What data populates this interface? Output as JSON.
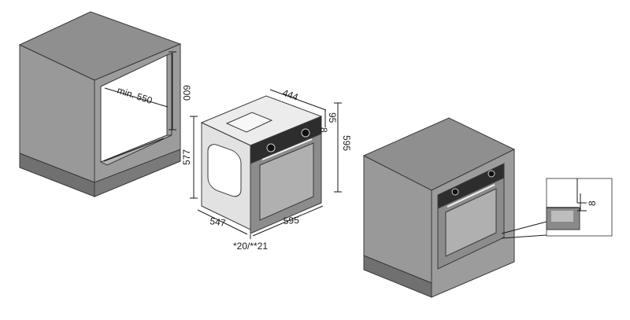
{
  "dimensions": {
    "cabinet_depth_min": "min. 550",
    "cabinet_height": "600",
    "oven_width_top": "444",
    "oven_front_offset": "95",
    "oven_front_gap": "8",
    "oven_total_height": "595",
    "oven_side_height": "577",
    "oven_depth": "547",
    "oven_front_width": "595",
    "oven_footnote": "*20/**21",
    "detail_gap": "8"
  },
  "colors": {
    "cabinet_top": "#8e8e8e",
    "cabinet_front": "#9a9a9a",
    "cabinet_side": "#7f7f7f",
    "plinth": "#6e6e6e",
    "oven_glass": "#a8a8a8",
    "line": "#1a1a1a"
  }
}
